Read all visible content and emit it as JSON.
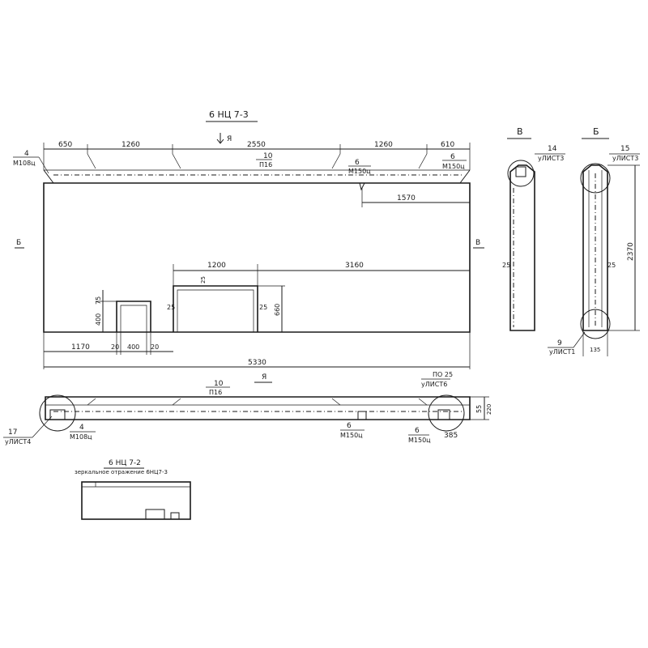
{
  "titles": {
    "main": "6 НЦ 7-3",
    "section_v": "В",
    "section_b": "Б",
    "bottom": "6 НЦ 7-2",
    "bottom_sub": "зеркальное отражение  6НЦ7-3"
  },
  "front": {
    "dims_top": [
      "650",
      "1260",
      "2550",
      "1260",
      "610"
    ],
    "arrow_ya": "Я",
    "arrow_left": "Б",
    "arrow_right": "В",
    "item10": "10",
    "item10_sub": "П16",
    "item4": "4",
    "item4_sub": "М108ц",
    "item6a": "6",
    "item6a_sub": "М150ц",
    "item6b": "6",
    "item6b_sub": "М150ц",
    "dim1570": "1570",
    "dim1200": "1200",
    "dim3160": "3160",
    "dim25_top": "25",
    "dim25_left": "25",
    "dim25_right": "25",
    "dim660": "660",
    "dim75": "75",
    "dim400v": "400",
    "dims_bottom": [
      "1170",
      "20",
      "400",
      "20"
    ],
    "dim_total": "5330"
  },
  "plan": {
    "item10": "10",
    "item10_sub": "П16",
    "arrow_ya": "Я",
    "item17": "17",
    "item17_sub": "уЛИСТ4",
    "item4": "4",
    "item4_sub": "М108ц",
    "item6a": "6",
    "item6a_sub": "М150ц",
    "item6b": "6",
    "item6b_sub": "М150ц",
    "item_r": "ПО 25",
    "item_r_sub": "уЛИСТ6",
    "dim55": "55",
    "dim220": "220",
    "dim385": "385"
  },
  "section_v": {
    "callout": "14",
    "callout_sub": "уЛИСТ3",
    "dim25": "25"
  },
  "section_b": {
    "callout": "15",
    "callout_sub": "уЛИСТ3",
    "dim25": "25",
    "dim2370": "2370",
    "callout9": "9",
    "callout9_sub": "уЛИСТ1",
    "dim135": "135"
  }
}
